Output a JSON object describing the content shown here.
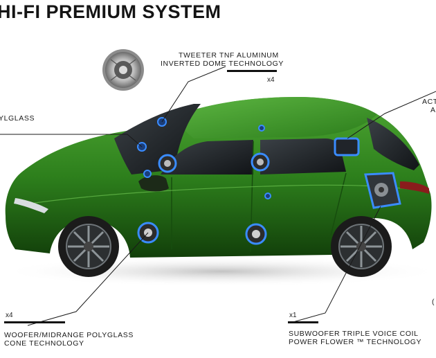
{
  "page": {
    "title": "HI-FI PREMIUM SYSTEM"
  },
  "callouts": {
    "tweeter": {
      "line1": "TWEETER TNF ALUMINUM",
      "line2": "INVERTED DOME TECHNOLOGY",
      "count": "x4"
    },
    "polyglass": {
      "text": "YLGLASS"
    },
    "active": {
      "line1": "ACT",
      "line2": "A"
    },
    "woofer": {
      "count": "x4",
      "line1": "WOOFER/MIDRANGE POLYGLASS",
      "line2": "CONE TECHNOLOGY"
    },
    "subwoofer": {
      "count": "x1",
      "line1": "SUBWOOFER TRIPLE VOICE COIL",
      "line2": "POWER FLOWER ™ TECHNOLOGY"
    },
    "edge": {
      "text": "("
    }
  },
  "colors": {
    "car_body": "#2f8a1f",
    "speaker_glow": "#3a8cff",
    "text": "#111111"
  }
}
